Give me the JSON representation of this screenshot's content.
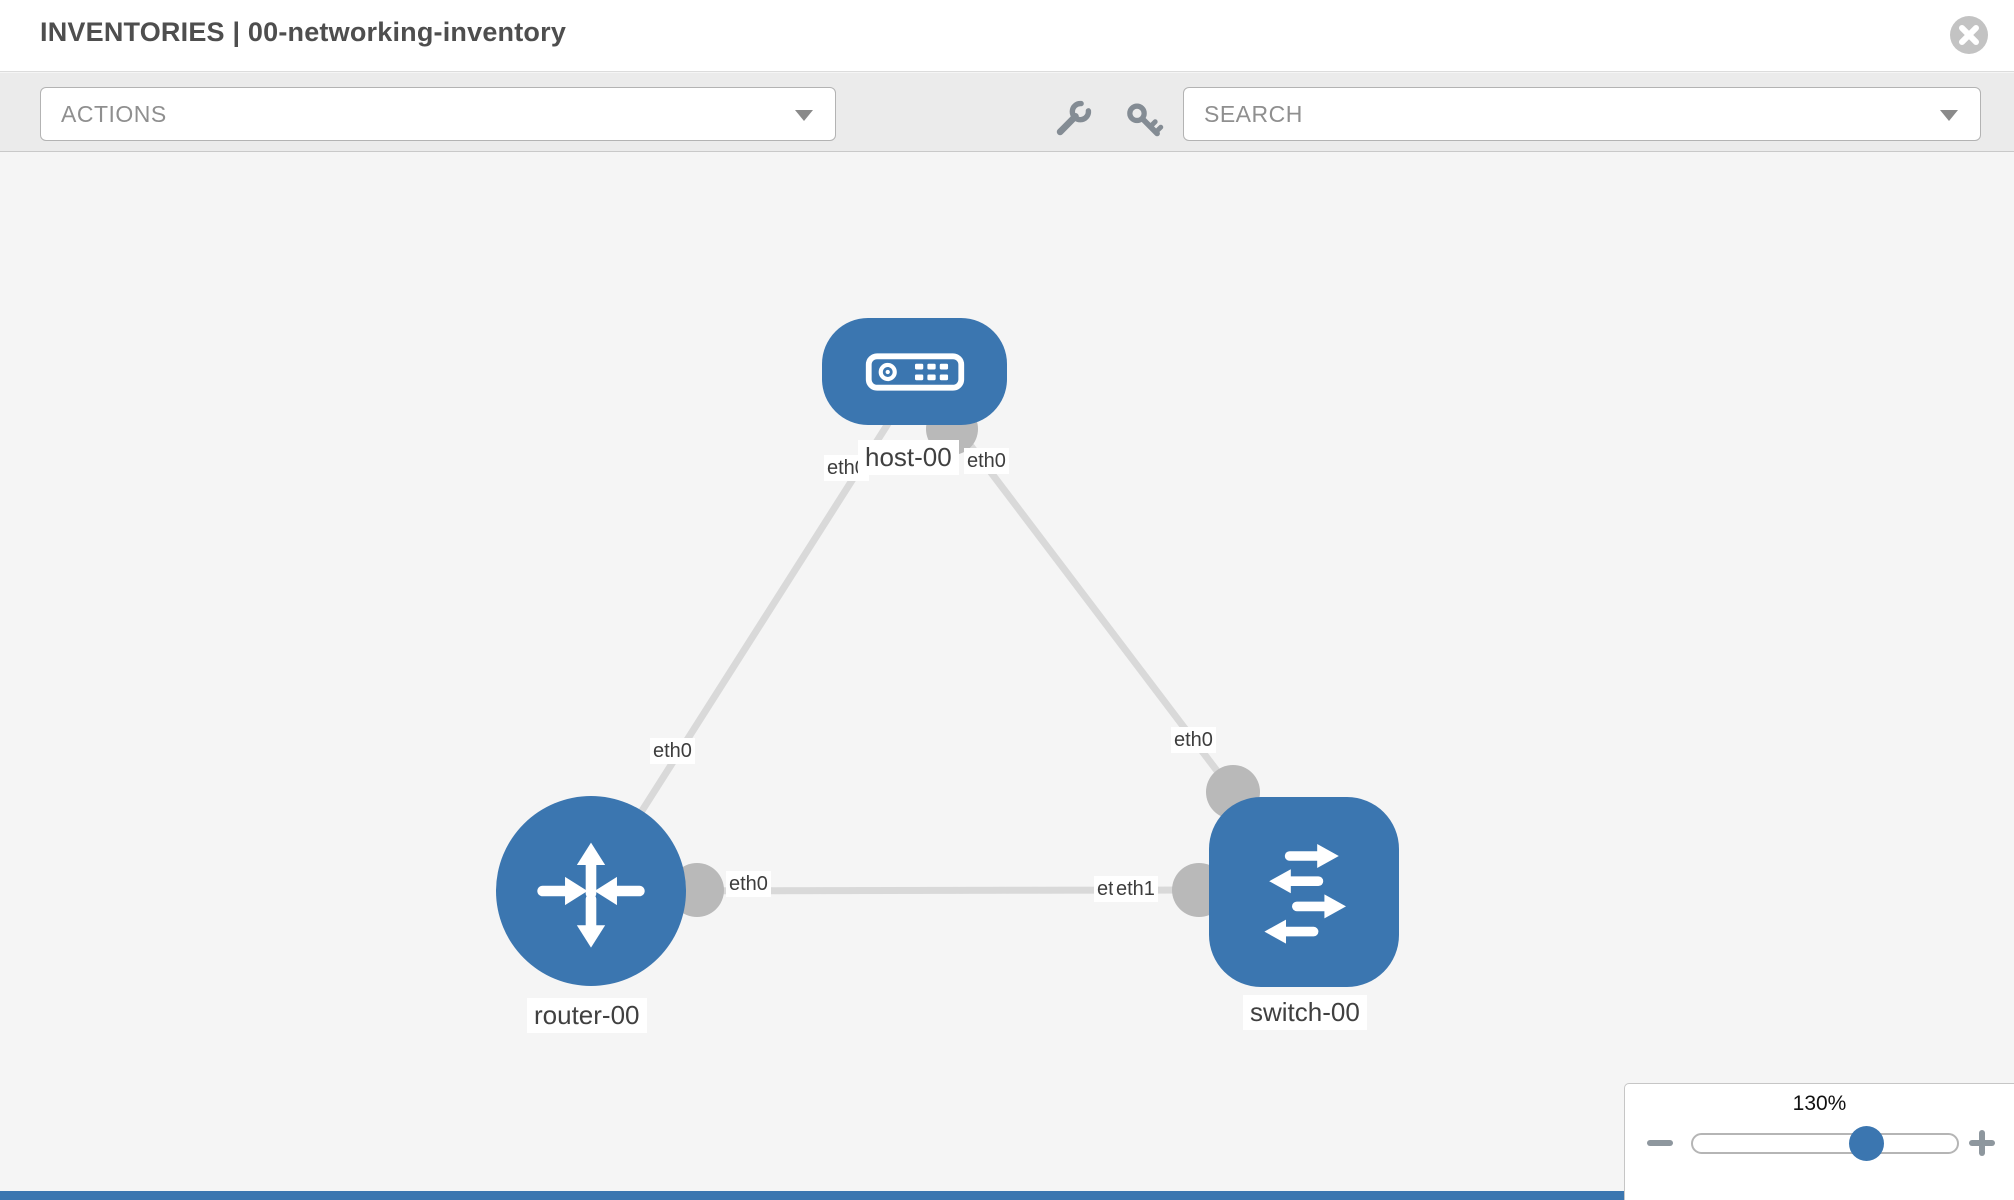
{
  "header": {
    "title": "INVENTORIES | 00-networking-inventory"
  },
  "toolbar": {
    "actions_label": "ACTIONS",
    "search_placeholder": "SEARCH"
  },
  "diagram": {
    "nodes": [
      {
        "label": "host-00",
        "type": "host"
      },
      {
        "label": "router-00",
        "type": "router"
      },
      {
        "label": "switch-00",
        "type": "switch"
      }
    ],
    "links": [
      {
        "from": "router-00",
        "from_interface": "eth0",
        "to": "host-00",
        "to_interface": "eth0"
      },
      {
        "from": "host-00",
        "from_interface": "eth0",
        "to": "switch-00",
        "to_interface": "eth0"
      },
      {
        "from": "router-00",
        "from_interface": "eth0",
        "to": "switch-00",
        "to_interface": "eth1",
        "to_interface_overlapped": "eth0"
      }
    ]
  },
  "zoom_control": {
    "level": "130%"
  },
  "icons": {
    "close": "circle-x",
    "wrench": "wrench",
    "key": "key",
    "actions_dropdown": "chevron-down",
    "search_dropdown": "chevron-down",
    "zoom_out": "minus",
    "zoom_in": "plus"
  },
  "colors": {
    "node_blue": "#3b76b0",
    "link_gray": "#d9d9d9",
    "connector_gray": "#b9b9b9",
    "canvas_bg": "#f5f5f5",
    "toolbar_bg": "#ebebeb"
  }
}
